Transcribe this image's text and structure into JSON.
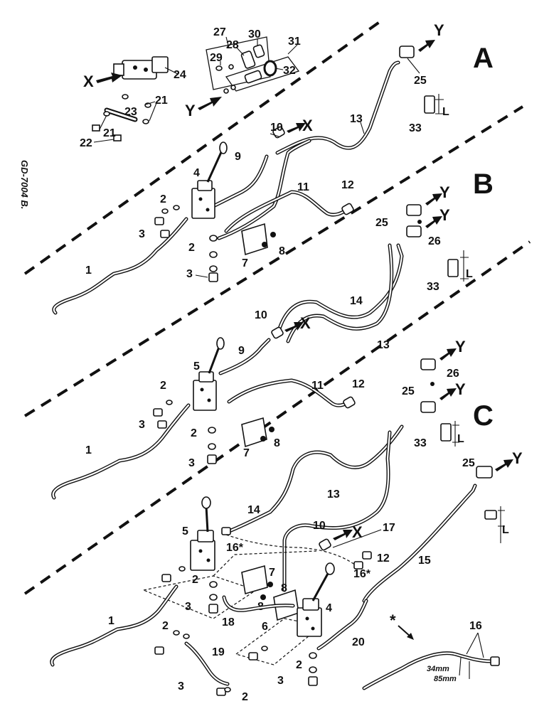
{
  "drawing_code": "GD-7004 B.",
  "sections": {
    "A": "A",
    "B": "B",
    "C": "C"
  },
  "arrow_labels": {
    "x": "X",
    "y": "Y"
  },
  "dimension_letter": "L",
  "asterisk": "*",
  "dimensions": {
    "short": "34mm",
    "long": "85mm"
  },
  "callouts": {
    "n1": "1",
    "n2": "2",
    "n3": "3",
    "n4": "4",
    "n5": "5",
    "n6": "6",
    "n7": "7",
    "n8": "8",
    "n9": "9",
    "n10": "10",
    "n11": "11",
    "n12": "12",
    "n13": "13",
    "n14": "14",
    "n15": "15",
    "n16": "16",
    "n16s": "16*",
    "n17": "17",
    "n18": "18",
    "n19": "19",
    "n20": "20",
    "n21": "21",
    "n22": "22",
    "n23": "23",
    "n24": "24",
    "n25": "25",
    "n26": "26",
    "n27": "27",
    "n28": "28",
    "n29": "29",
    "n30": "30",
    "n31": "31",
    "n32": "32",
    "n33": "33"
  }
}
